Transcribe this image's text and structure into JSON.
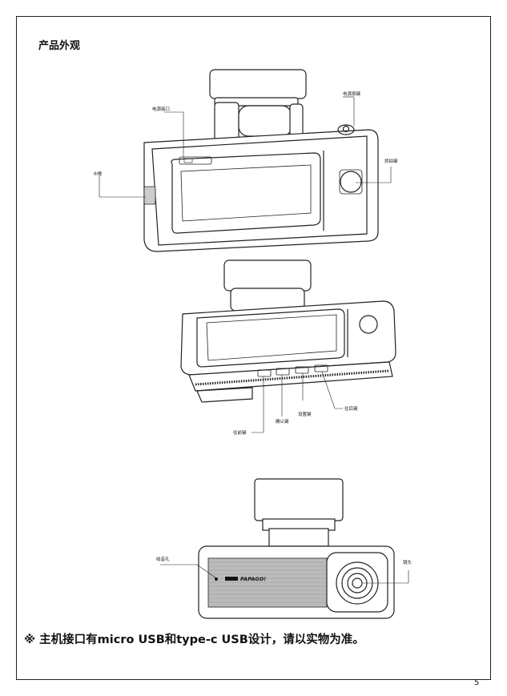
{
  "title": "产品外观",
  "labels": {
    "power_port": "电源接口",
    "power_button": "电源按键",
    "card_slot": "卡槽",
    "capture_key": "抓拍键",
    "forward_key": "往前键",
    "confirm_key": "确认键",
    "settings_key": "设置键",
    "back_key": "往后键",
    "mic_hole": "收音孔",
    "lens": "镜头"
  },
  "brand": "PAPAGO!",
  "note": "※ 主机接口有micro USB和type-c USB设计，请以实物为准。",
  "page_number": "5"
}
